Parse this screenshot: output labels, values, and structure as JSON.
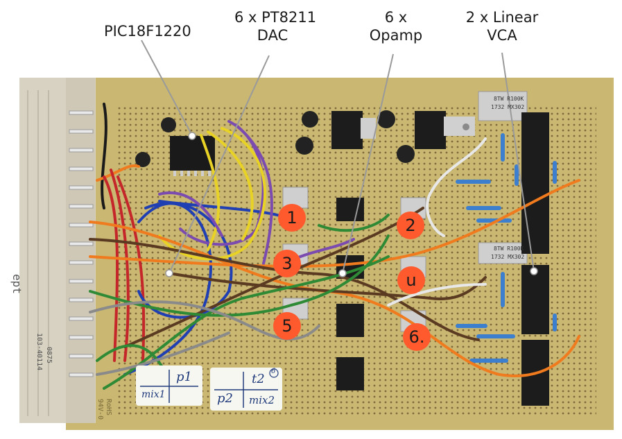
{
  "callouts": {
    "mcu": "PIC18F1220",
    "dac_line1": "6 x PT8211",
    "dac_line2": "DAC",
    "opamp_line1": "6 x",
    "opamp_line2": "Opamp",
    "vca_line1": "2 x Linear",
    "vca_line2": "VCA"
  },
  "markers": [
    "1",
    "2",
    "3",
    "u",
    "5",
    "6."
  ],
  "note_left": {
    "p1": "p1",
    "mix1": "mix1"
  },
  "note_right": {
    "t2": "t2",
    "p2": "p2",
    "mix2": "mix2",
    "circle": "6"
  },
  "pcb_text": {
    "ept": "ept",
    "part_no": "103-40114",
    "part_code": "0875",
    "rating": "94V-0",
    "rohs": "RoHS",
    "trimpot_top": "8TW R100K",
    "trimpot_top_code": "1732 MX302",
    "trimpot_mid": "8TW R100K",
    "trimpot_mid_code": "1732 MX302"
  },
  "colors": {
    "board": "#c9b772",
    "callout_line": "#9a9a9a",
    "marker": "#ff5a2e",
    "wire_orange": "#f07a1e",
    "wire_purple": "#7b4bb0",
    "wire_yellow": "#e8d226",
    "wire_blue": "#1f3fb3",
    "wire_red": "#c4262a",
    "wire_green": "#2f8a36",
    "wire_brown": "#5b3a22",
    "wire_grey": "#8a8a8a"
  }
}
